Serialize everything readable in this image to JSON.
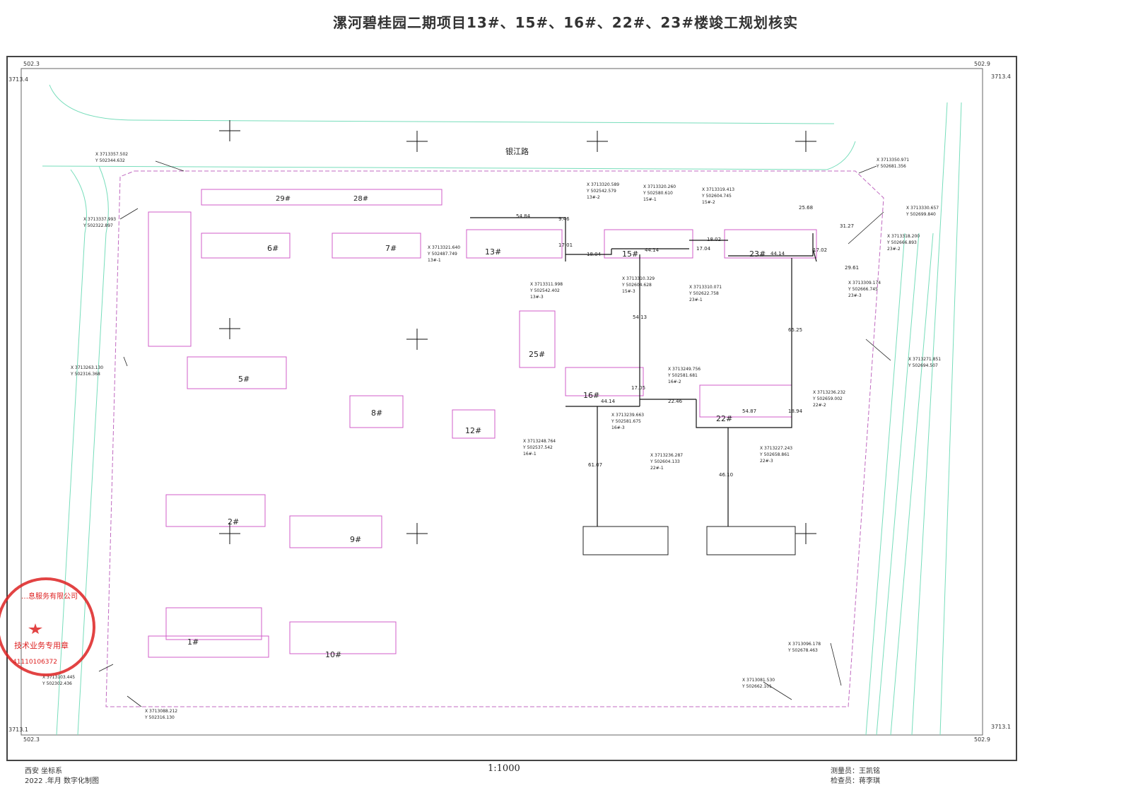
{
  "title": "漯河碧桂园二期项目13#、15#、16#、22#、23#楼竣工规划核实",
  "road_name": "银江路",
  "frame_labels": {
    "top_left_x": "502.3",
    "top_right_x": "502.9",
    "left_y_top": "3713.4",
    "right_y_top": "3713.4",
    "left_y_bottom": "3713.1",
    "right_y_bottom": "3713.1",
    "bottom_left_x": "502.3",
    "bottom_right_x": "502.9"
  },
  "buildings": [
    "29#",
    "28#",
    "6#",
    "7#",
    "13#",
    "15#",
    "23#",
    "25#",
    "5#",
    "8#",
    "12#",
    "16#",
    "22#",
    "2#",
    "9#",
    "1#",
    "10#"
  ],
  "coordinates": [
    {
      "x": "X 3713357.502",
      "y": "Y 502344.632"
    },
    {
      "x": "X 3713337.993",
      "y": "Y 502322.897"
    },
    {
      "x": "X 3713263.130",
      "y": "Y 502316.368"
    },
    {
      "x": "X 3713103.445",
      "y": "Y 502302.436"
    },
    {
      "x": "X 3713088.212",
      "y": "Y 502316.130"
    },
    {
      "x": "X 3713321.640",
      "y": "Y 502487.749",
      "tag": "13#-1"
    },
    {
      "x": "X 3713320.589",
      "y": "Y 502542.579",
      "tag": "13#-2"
    },
    {
      "x": "X 3713311.998",
      "y": "Y 502542.402",
      "tag": "13#-3"
    },
    {
      "x": "X 3713320.260",
      "y": "Y 502580.610",
      "tag": "15#-1"
    },
    {
      "x": "X 3713319.413",
      "y": "Y 502604.745",
      "tag": "15#-2"
    },
    {
      "x": "X 3713310.329",
      "y": "Y 502604.628",
      "tag": "15#-3"
    },
    {
      "x": "X 3713310.071",
      "y": "Y 502622.758",
      "tag": "23#-1"
    },
    {
      "x": "X 3713350.971",
      "y": "Y 502681.356"
    },
    {
      "x": "X 3713330.657",
      "y": "Y 502699.840"
    },
    {
      "x": "X 3713318.200",
      "y": "Y 502666.893",
      "tag": "23#-2"
    },
    {
      "x": "X 3713309.174",
      "y": "Y 502666.745",
      "tag": "23#-3"
    },
    {
      "x": "X 3713271.851",
      "y": "Y 502694.507"
    },
    {
      "x": "X 3713249.756",
      "y": "Y 502581.681",
      "tag": "16#-2"
    },
    {
      "x": "X 3713236.232",
      "y": "Y 502659.002",
      "tag": "22#-2"
    },
    {
      "x": "X 3713239.663",
      "y": "Y 502581.675",
      "tag": "16#-3"
    },
    {
      "x": "X 3713248.764",
      "y": "Y 502537.542",
      "tag": "16#-1"
    },
    {
      "x": "X 3713236.287",
      "y": "Y 502604.133",
      "tag": "22#-1"
    },
    {
      "x": "X 3713227.243",
      "y": "Y 502658.861",
      "tag": "22#-3"
    },
    {
      "x": "X 3713096.178",
      "y": "Y 502678.463"
    },
    {
      "x": "X 3713081.530",
      "y": "Y 502662.101"
    }
  ],
  "dimensions": [
    "54.84",
    "9.46",
    "17.01",
    "18.04",
    "44.14",
    "18.02",
    "17.04",
    "25.68",
    "31.27",
    "17.02",
    "29.61",
    "44.14",
    "54.13",
    "65.25",
    "17.05",
    "22.46",
    "44.14",
    "54.87",
    "18.94",
    "61.07",
    "46.10"
  ],
  "stamp": {
    "line1": "…息服务有限公司",
    "line2": "技术业务专用章",
    "number": "41110106372"
  },
  "footer": {
    "coord_system": "西安 坐标系",
    "made": "2022 .年月 数字化制图",
    "scale": "1:1000",
    "surveyor": "测量员：王凯铭",
    "checker": "检查员：蒋李琪"
  }
}
